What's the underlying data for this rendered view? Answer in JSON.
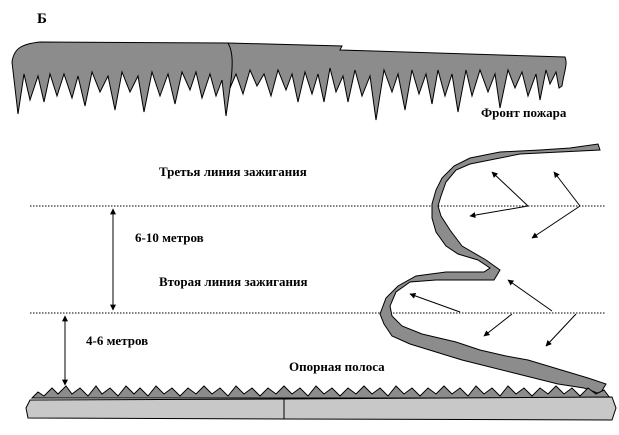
{
  "labels": {
    "panel_letter": "Б",
    "fire_front": "Фронт пожара",
    "third_ignition_line": "Третья линия зажигания",
    "distance_upper": "6-10 метров",
    "second_ignition_line": "Вторая линия зажигания",
    "distance_lower": "4-6 метров",
    "support_strip": "Опорная полоса"
  },
  "colors": {
    "fire_fill": "#8c8c8c",
    "strip_fill": "#c8c8c8",
    "outline": "#000000",
    "background": "#ffffff"
  }
}
